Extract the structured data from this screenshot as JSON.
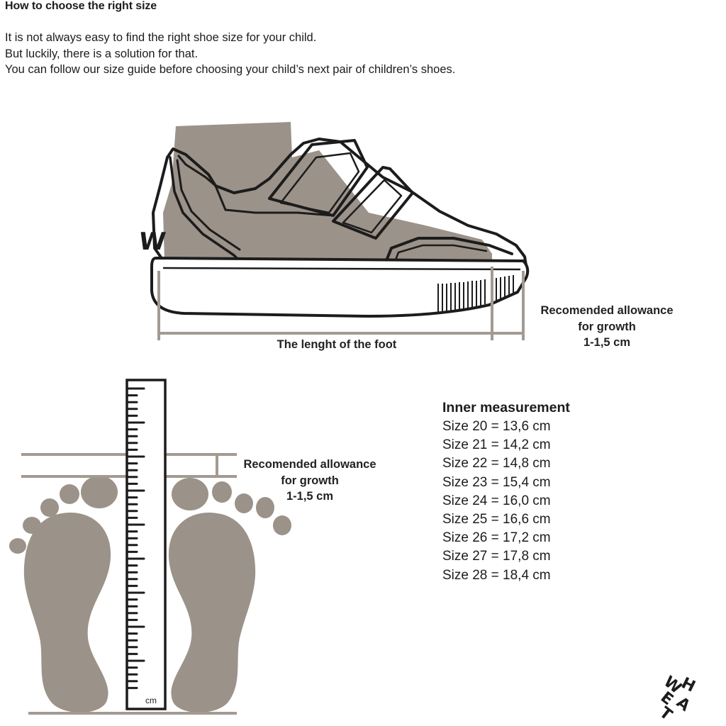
{
  "header": {
    "title": "How to choose the right size",
    "intro": [
      "It is not always easy to find the right shoe size for your child.",
      "But luckily, there is a solution for that.",
      "You can follow our size guide before choosing your child’s next pair of children’s shoes."
    ]
  },
  "shoe_diagram": {
    "allowance_label": [
      "Recomended allowance",
      "for growth",
      "1-1,5 cm"
    ],
    "length_label": "The lenght of the foot",
    "shoe_logo": "W"
  },
  "feet_diagram": {
    "allowance_label": [
      "Recomended allowance",
      "for growth",
      "1-1,5 cm"
    ],
    "ruler_unit": "cm"
  },
  "sizes": {
    "title": "Inner measurement",
    "rows": [
      "Size 20 = 13,6 cm",
      "Size 21 = 14,2 cm",
      "Size 22 = 14,8 cm",
      "Size 23 = 15,4 cm",
      "Size 24 = 16,0 cm",
      "Size 25 = 16,6 cm",
      "Size 26 = 17,2 cm",
      "Size 27 = 17,8 cm",
      "Size 28 = 18,4 cm"
    ]
  },
  "brand": {
    "logo": "WHEAT"
  },
  "colors": {
    "foot_fill": "#9b9289",
    "ink": "#1c1c1c",
    "guide_line": "#a39a91"
  }
}
